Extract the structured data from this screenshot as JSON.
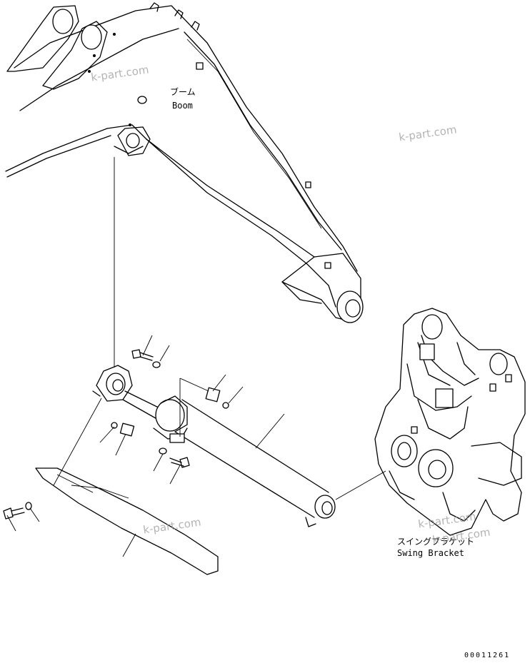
{
  "labels": {
    "boom_jp": "ブーム",
    "boom_en": "Boom",
    "swing_jp": "スイングブラケット",
    "swing_en": "Swing Bracket"
  },
  "watermarks": [
    "k-part.com",
    "k-part.com",
    "k-part.com",
    "k-part.com",
    "k-part.com"
  ],
  "document_number": "00011261"
}
